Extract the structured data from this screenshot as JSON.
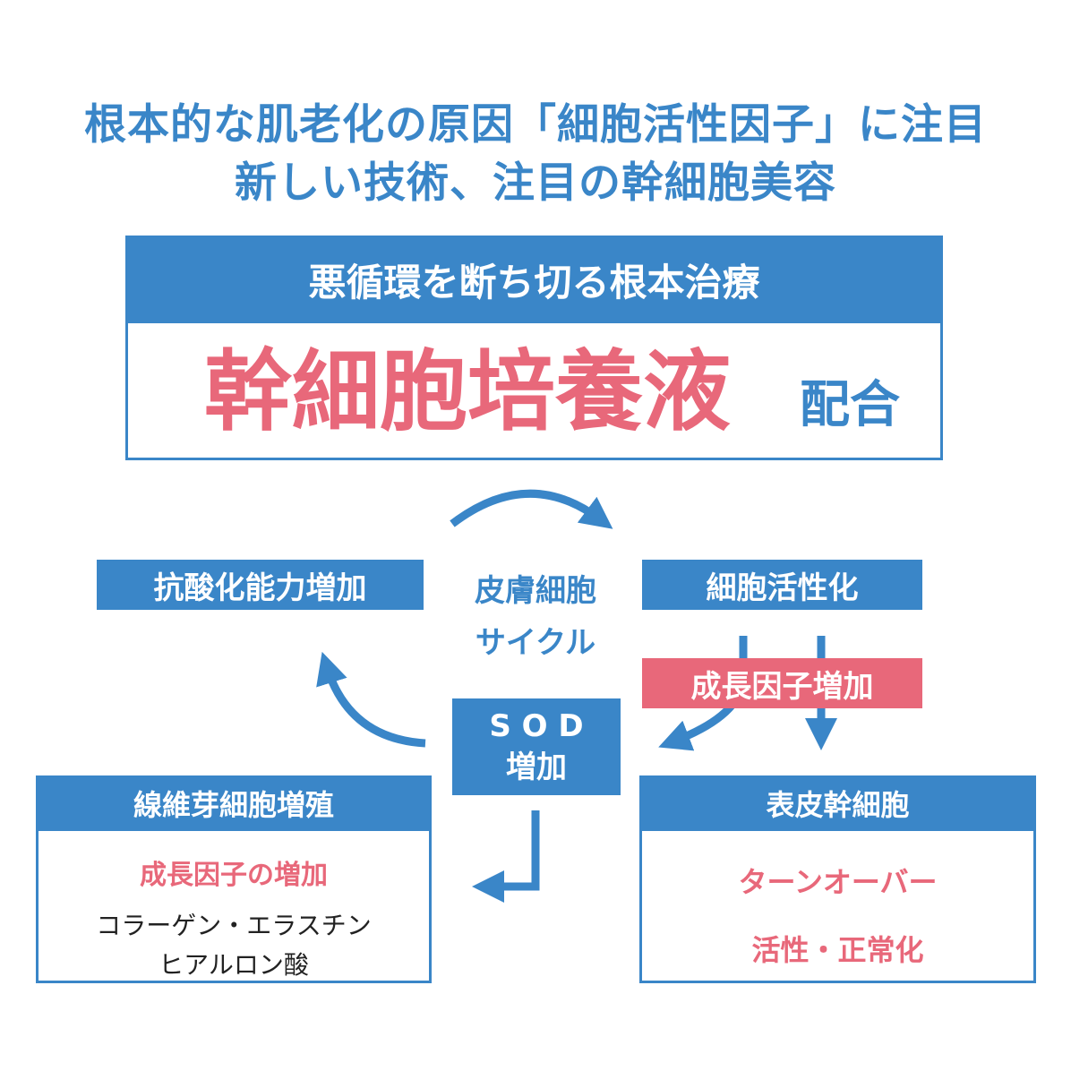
{
  "title": {
    "line1": "根本的な肌老化の原因「細胞活性因子」に注目",
    "line2": "新しい技術、注目の幹細胞美容"
  },
  "main_box": {
    "header": "悪循環を断ち切る根本治療",
    "highlight": "幹細胞培養液",
    "suffix": "配合"
  },
  "cycle": {
    "center_line1": "皮膚細胞",
    "center_line2": "サイクル",
    "antioxidant": "抗酸化能力増加",
    "activation": "細胞活性化",
    "growth_factor": "成長因子増加",
    "sod_line1": "S O D",
    "sod_line2": "増加"
  },
  "fibroblast": {
    "header": "線維芽細胞増殖",
    "highlight": "成長因子の増加",
    "line1": "コラーゲン・エラスチン",
    "line2": "ヒアルロン酸"
  },
  "epidermal": {
    "header": "表皮幹細胞",
    "line1": "ターンオーバー",
    "line2": "活性・正常化"
  },
  "colors": {
    "blue": "#3a86c8",
    "pink": "#e8687a"
  }
}
